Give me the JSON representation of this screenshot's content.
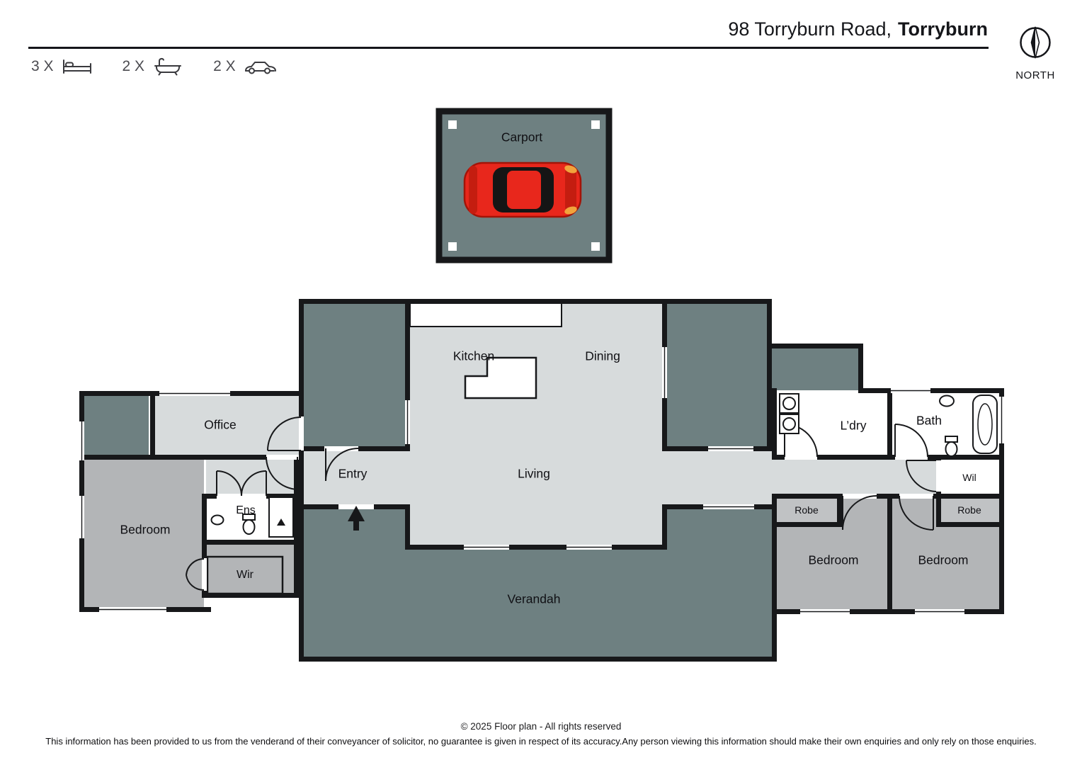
{
  "header": {
    "address_line": "98 Torryburn Road,",
    "address_suburb": "Torryburn"
  },
  "stats": {
    "beds_count": "3 X",
    "baths_count": "2 X",
    "cars_count": "2 X"
  },
  "compass": {
    "label": "NORTH"
  },
  "rooms": {
    "carport": "Carport",
    "kitchen": "Kitchen",
    "dining": "Dining",
    "office": "Office",
    "entry": "Entry",
    "living": "Living",
    "laundry": "L’dry",
    "bath": "Bath",
    "wil": "Wil",
    "ens": "Ens",
    "robe_left": "Robe",
    "robe_right": "Robe",
    "bedroom_left": "Bedroom",
    "bedroom_mid": "Bedroom",
    "bedroom_right": "Bedroom",
    "wir": "Wir",
    "verandah": "Verandah"
  },
  "footer": {
    "copyright": "© 2025 Floor plan  - All rights reserved",
    "disclaimer": "This information has been provided to us from the venderand of their conveyancer of solicitor, no guarantee is given in respect of its accuracy.Any person viewing this information should make their own enquiries and only rely on those enquiries."
  },
  "colors": {
    "wall": "#17181a",
    "outdoor_area": "#6e8081",
    "floor_light": "#d7dbdc",
    "floor_bedroom": "#b3b5b7",
    "floor_robe": "#c0c2c4",
    "car_red": "#e8271c"
  }
}
